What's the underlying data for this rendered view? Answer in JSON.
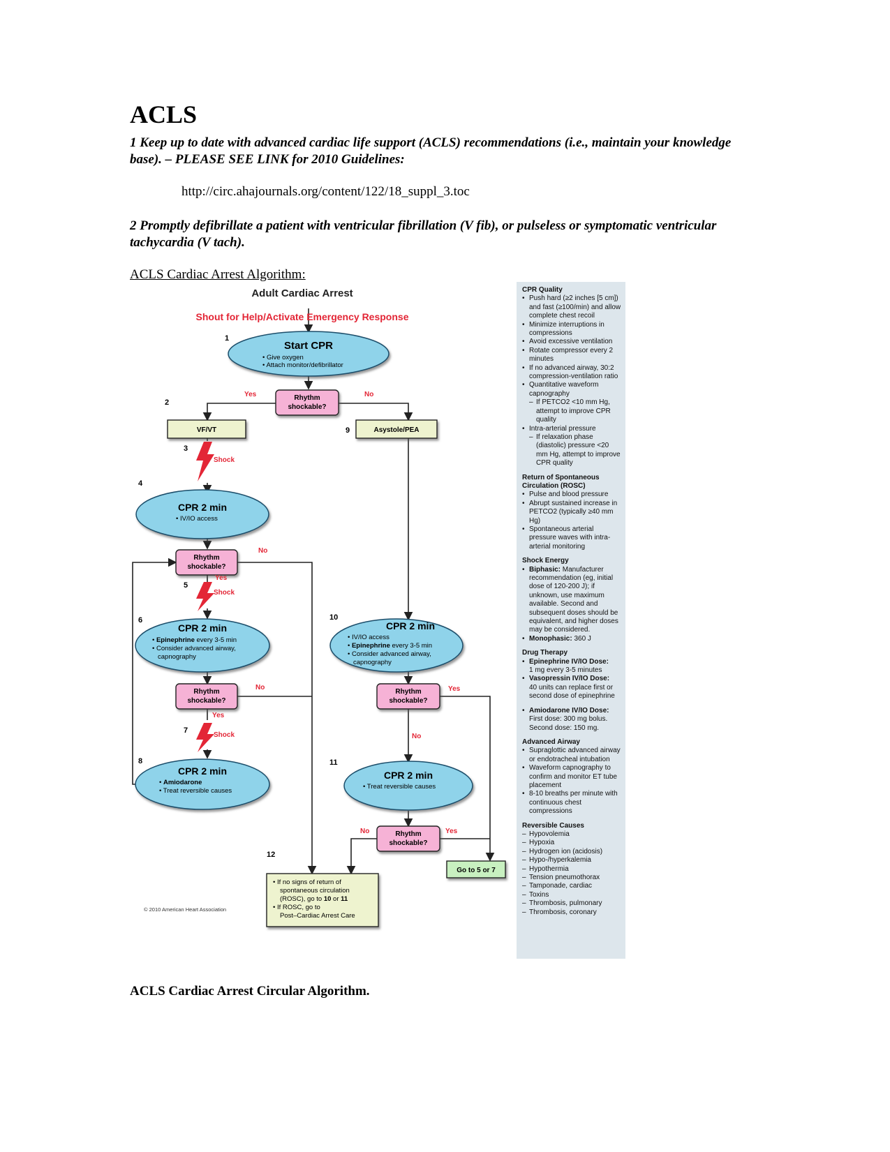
{
  "document": {
    "title": "ACLS",
    "item1": "1 Keep up to date with advanced cardiac life support (ACLS) recommendations (i.e., maintain your knowledge base). – PLEASE SEE LINK for 2010 Guidelines:",
    "url": "http://circ.ahajournals.org/content/122/18_suppl_3.toc",
    "item2": "2 Promptly defibrillate a patient with ventricular fibrillation (V fib), or pulseless or symptomatic ventricular tachycardia (V tach).",
    "link_label": "ACLS Cardiac Arrest Algorithm:",
    "caption": "ACLS Cardiac Arrest Circular Algorithm."
  },
  "flowchart": {
    "title": "Adult Cardiac Arrest",
    "subtitle": "Shout for Help/Activate Emergency Response",
    "colors": {
      "red": "#e32636",
      "ellipse": "#8fd3ea",
      "diamond": "#f6b2d6",
      "box": "#eef3cf",
      "goto": "#c8f0c0"
    },
    "nums": [
      "1",
      "2",
      "3",
      "4",
      "5",
      "6",
      "7",
      "8",
      "9",
      "10",
      "11",
      "12"
    ],
    "start_cpr": {
      "title": "Start CPR",
      "b1": "Give oxygen",
      "b2": "Attach monitor/defibrillator"
    },
    "rhythm_l1": "Rhythm",
    "rhythm_l2": "shockable?",
    "yes": "Yes",
    "no": "No",
    "shock": "Shock",
    "vfvt": "VF/VT",
    "asystole": "Asystole/PEA",
    "cpr2": "CPR 2 min",
    "cpr4_b1": "IV/IO access",
    "cpr6_b1a": "Epinephrine",
    "cpr6_b1b": " every 3-5 min",
    "cpr6_b2": "Consider advanced airway,",
    "cpr6_b3": "capnography",
    "cpr8_b1": "Amiodarone",
    "cpr8_b2": "Treat reversible causes",
    "cpr10_b1": "IV/IO access",
    "cpr10_b2a": "Epinephrine",
    "cpr10_b2b": " every 3-5 min",
    "cpr10_b3": "Consider advanced airway,",
    "cpr10_b4": "capnography",
    "cpr11_b1": "Treat reversible causes",
    "box12_l1": "If no signs of return of",
    "box12_l2": "spontaneous circulation",
    "box12_l3a": "(ROSC), go to ",
    "box12_l3b": "10",
    "box12_l3c": " or ",
    "box12_l3d": "11",
    "box12_l4": "If ROSC, go to",
    "box12_l5": "Post–Cardiac Arrest Care",
    "goto": "Go to 5 or 7",
    "copyright": "© 2010 American Heart Association"
  },
  "sidebar": {
    "cpr_quality": {
      "heading": "CPR Quality",
      "items": [
        "Push hard (≥2 inches [5 cm]) and fast (≥100/min) and allow complete chest recoil",
        "Minimize interruptions in compressions",
        "Avoid excessive ventilation",
        "Rotate compressor every 2 minutes",
        "If no advanced airway, 30:2 compression-ventilation ratio",
        "Quantitative waveform capnography",
        "If PETCO2 <10 mm Hg, attempt to improve CPR quality",
        "Intra-arterial pressure",
        "If relaxation phase (diastolic) pressure <20 mm Hg, attempt to improve CPR quality"
      ]
    },
    "rosc": {
      "heading": "Return of Spontaneous Circulation (ROSC)",
      "items": [
        "Pulse and blood pressure",
        "Abrupt sustained increase in PETCO2 (typically ≥40 mm Hg)",
        "Spontaneous arterial pressure waves with intra-arterial monitoring"
      ]
    },
    "shock_energy": {
      "heading": "Shock Energy",
      "biphasic_label": "Biphasic:",
      "biphasic_text": " Manufacturer recommendation (eg, initial dose of 120-200 J); if unknown, use maximum available. Second and subsequent doses should be equivalent, and higher doses may be considered.",
      "monophasic_label": "Monophasic:",
      "monophasic_text": " 360 J"
    },
    "drug_therapy": {
      "heading": "Drug Therapy",
      "epi_label": "Epinephrine IV/IO Dose:",
      "epi_text": "1 mg every 3-5 minutes",
      "vaso_label": "Vasopressin IV/IO Dose:",
      "vaso_text": "40 units can replace first or second dose of epinephrine",
      "amio_label": "Amiodarone IV/IO Dose:",
      "amio_text": "First dose: 300 mg bolus. Second dose: 150 mg."
    },
    "advanced_airway": {
      "heading": "Advanced Airway",
      "items": [
        "Supraglottic advanced airway or endotracheal intubation",
        "Waveform capnography to confirm and monitor ET tube placement",
        "8-10 breaths per minute with continuous chest compressions"
      ]
    },
    "reversible_causes": {
      "heading": "Reversible Causes",
      "items": [
        "Hypovolemia",
        "Hypoxia",
        "Hydrogen ion (acidosis)",
        "Hypo-/hyperkalemia",
        "Hypothermia",
        "Tension pneumothorax",
        "Tamponade, cardiac",
        "Toxins",
        "Thrombosis, pulmonary",
        "Thrombosis, coronary"
      ]
    }
  }
}
